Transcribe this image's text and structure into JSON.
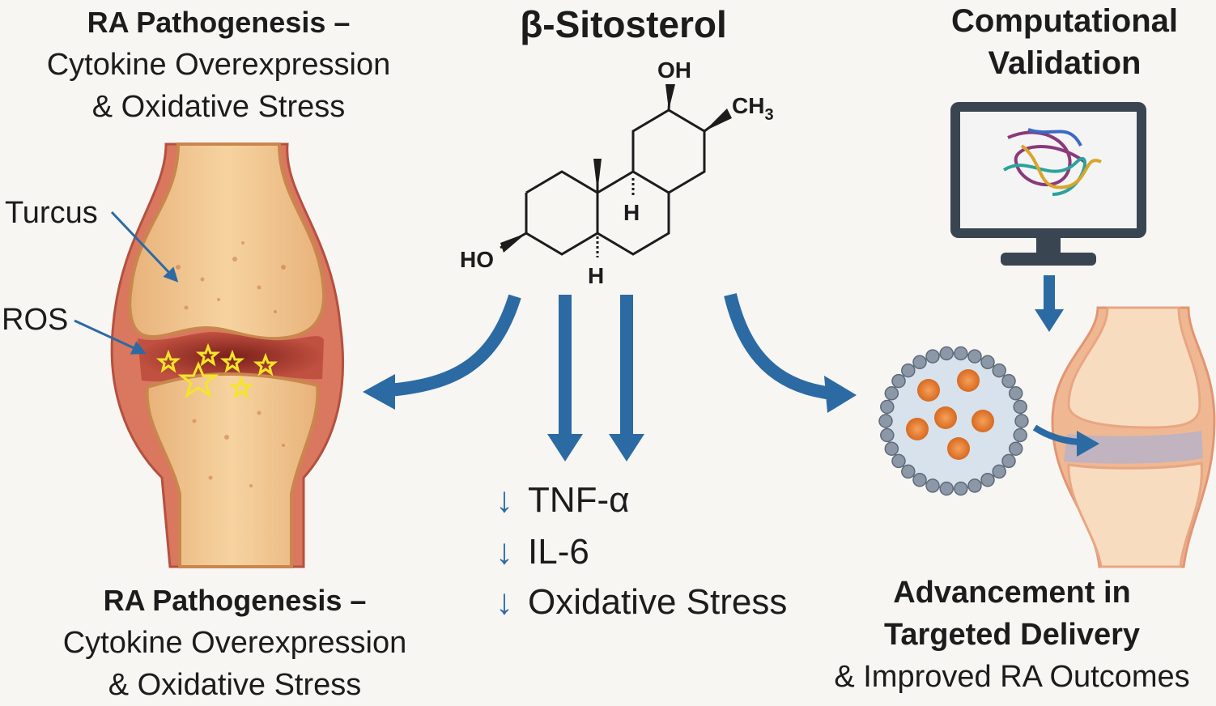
{
  "left_top": {
    "title": "RA Pathogenesis –",
    "subtitle_1": "Cytokine Overexpression",
    "subtitle_2": "& Oxidative Stress"
  },
  "left_bottom": {
    "title": "RA Pathogenesis –",
    "subtitle_1": "Cytokine Overexpression",
    "subtitle_2": "& Oxidative Stress"
  },
  "joint_labels": {
    "turcus": "Turcus",
    "ros": "ROS"
  },
  "molecule": {
    "name": "β-Sitosterol",
    "oh_top": "OH",
    "ch3": "CH",
    "ch3_sub": "3",
    "h_mid": "H",
    "ho_left": "HO",
    "h_bottom": "H"
  },
  "effects": [
    {
      "arrow": "↓",
      "label": "TNF-α"
    },
    {
      "arrow": "↓",
      "label": "IL-6"
    },
    {
      "arrow": "↓",
      "label": "Oxidative Stress"
    }
  ],
  "right_top": {
    "title_1": "Computational",
    "title_2": "Validation"
  },
  "right_bottom": {
    "title_1": "Advancement in",
    "title_2": "Targeted Delivery",
    "title_3": "& Improved RA Outcomes"
  },
  "colors": {
    "arrow_blue": "#2c6aa3",
    "bone": "#f3c98b",
    "synovium": "#c65a4a",
    "ros_star": "#f5e52a",
    "nanoparticle_core": "#e8823a",
    "nanoparticle_shell": "#8c98a8"
  }
}
